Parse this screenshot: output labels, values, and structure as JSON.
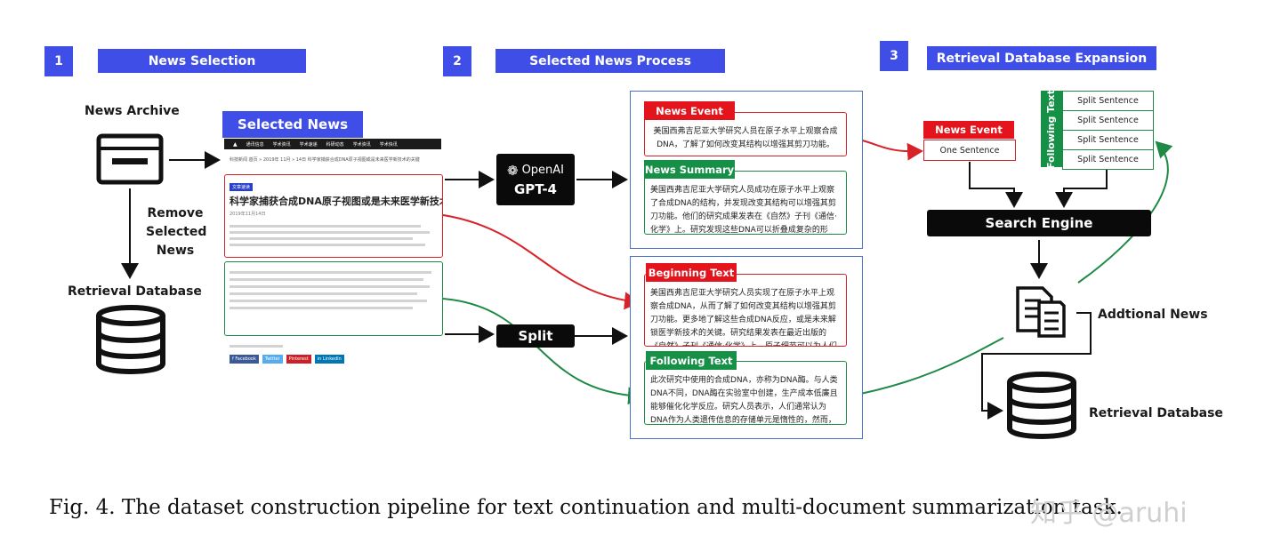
{
  "steps": [
    {
      "num": "1",
      "title": "News Selection"
    },
    {
      "num": "2",
      "title": "Selected News Process"
    },
    {
      "num": "3",
      "title": "Retrieval Database Expansion"
    }
  ],
  "left": {
    "archive_label": "News  Archive",
    "remove_label_1": "Remove",
    "remove_label_2": "Selected",
    "remove_label_3": "News",
    "db_label": "Retrieval Database"
  },
  "screenshot": {
    "header": "Selected News",
    "nav_items": [
      "通讯信息",
      "学术资讯",
      "学术速递",
      "科研动态",
      "学术资讯",
      "学术快讯"
    ],
    "breadcrumb": "科技新闻    首页 » 2019年 11月 » 14日  科学家捕获合成DNA原子视图或是未来医学新技术的关键",
    "badge": "文章速读",
    "headline": "科学家捕获合成DNA原子视图或是未来医学新技术的关键",
    "meta": "2019年11月14日",
    "share_buttons": [
      "f Facebook",
      "Twitter",
      "Pinterest",
      "in LinkedIn"
    ]
  },
  "process": {
    "openai_label": "OpenAI",
    "model_label": "GPT-4",
    "split_label": "Split"
  },
  "cards": {
    "news_event": {
      "tag": "News Event",
      "text": "美国西弗吉尼亚大学研究人员在原子水平上观察合成DNA，了解了如何改变其结构以增强其剪刀功能。"
    },
    "news_summary": {
      "tag": "News Summary",
      "text": "美国西弗吉尼亚大学研究人员成功在原子水平上观察了合成DNA的结构，并发现改变其结构可以增强其剪刀功能。他们的研究成果发表在《自然》子刊《通信·化学》上。研究发现这些DNA可以折叠成复杂的形状，能够执行一系"
    },
    "beginning_text": {
      "tag": "Beginning Text",
      "text": "美国西弗吉尼亚大学研究人员实现了在原子水平上观察合成DNA，从而了解了如何改变其结构以增强其剪刀功能。更多地了解这些合成DNA反应，或是未来解锁医学新技术的关键。研究结果发表在最近出版的《自然》子刊《通信·化学》上。原子细节可以为人们提供一个路线图，"
    },
    "following_text": {
      "tag": "Following Text",
      "text": "此次研究中使用的合成DNA，亦称为DNA酶。与人类DNA不同，DNA酶在实验室中创建，生产成本低廉且能够催化化学反应。研究人员表示，人们通常认为DNA作为人类遗传信息的存储单元是惰性的，然而，在实验室中进化出的"
    }
  },
  "right": {
    "news_event_tag": "News Event",
    "one_sentence": "One Sentence",
    "following_text_vertical": "Following Text",
    "split_sentences": [
      "Split Sentence",
      "Split Sentence",
      "Split Sentence",
      "Split Sentence"
    ],
    "search_engine": "Search Engine",
    "additional_news": "Addtional  News",
    "db_label": "Retrieval Database"
  },
  "caption": "Fig. 4.  The dataset construction pipeline for text continuation and multi-document summarization task.",
  "watermark": "知乎 @aruhi",
  "colors": {
    "accent_blue": "#3f4ee6",
    "red": "#e3141b",
    "green": "#169047",
    "frame_blue": "#4a74c8"
  }
}
